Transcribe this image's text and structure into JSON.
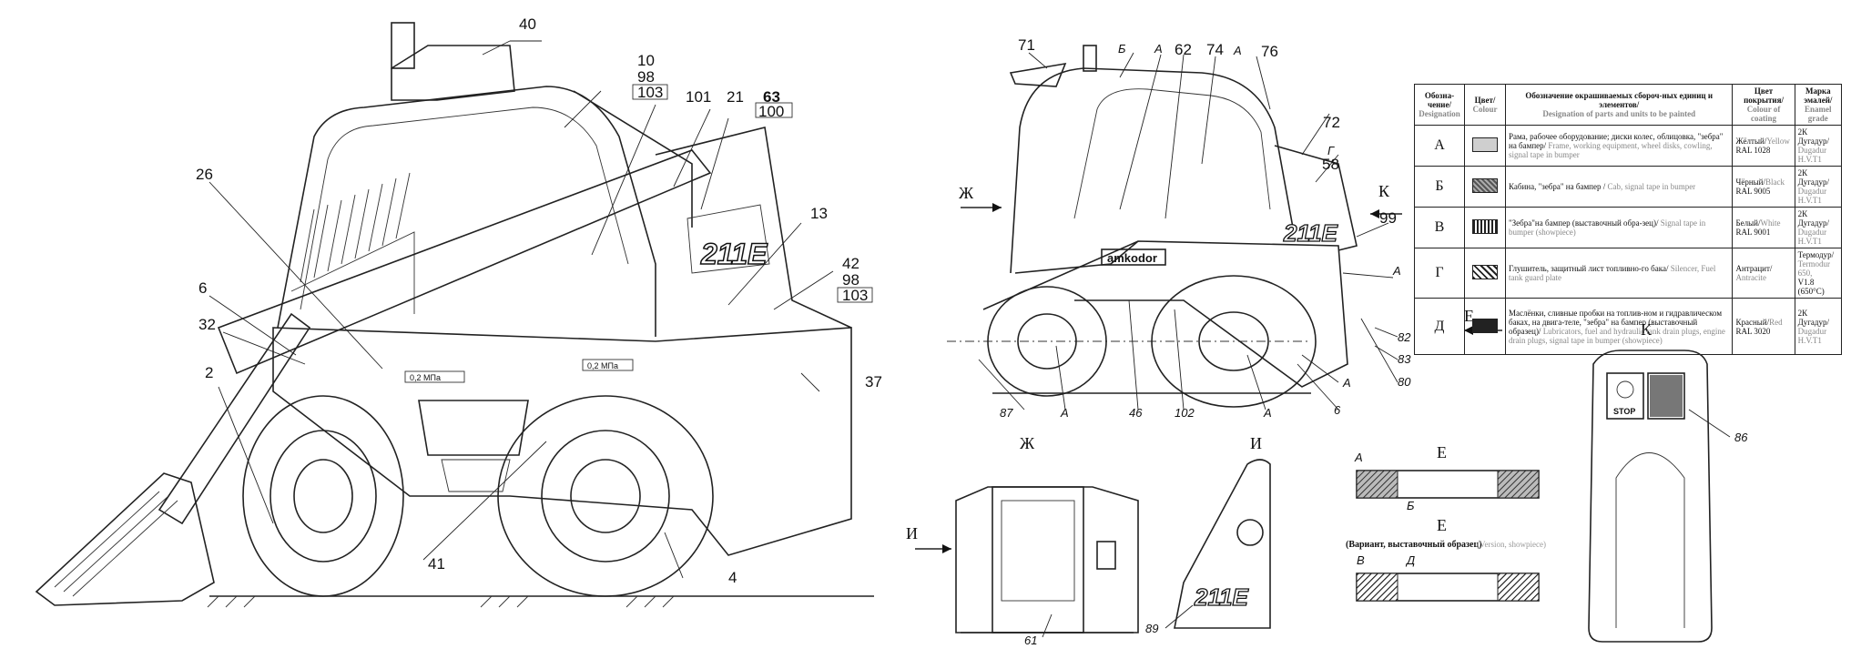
{
  "callouts_main": {
    "c40": "40",
    "c10": "10",
    "c98a": "98",
    "c103a": "103",
    "c101": "101",
    "c21": "21",
    "c63": "63",
    "c100": "100",
    "c26": "26",
    "c13": "13",
    "c42": "42",
    "c98b": "98",
    "c103b": "103",
    "c6": "6",
    "c32": "32",
    "c2": "2",
    "c37": "37",
    "c41": "41",
    "c4": "4"
  },
  "callouts_side": {
    "c71": "71",
    "B": "Б",
    "A1": "А",
    "c62": "62",
    "c74": "74",
    "A2": "А",
    "c76": "76",
    "c72": "72",
    "G": "Г",
    "c58": "58",
    "K": "К",
    "c99": "99",
    "A3": "А",
    "ZH": "Ж",
    "E": "Е",
    "c82": "82",
    "c83": "83",
    "c80": "80",
    "A4": "А",
    "c6": "6",
    "A5": "А",
    "c102": "102",
    "c46": "46",
    "A6": "А",
    "c87": "87"
  },
  "machine_text": {
    "brand": "amkodor",
    "model": "211E",
    "decal": "0,2 МПа"
  },
  "views": {
    "zh_title": "Ж",
    "i_label": "И",
    "c61": "61",
    "i_title": "И",
    "c89": "89",
    "e1_title": "Е",
    "e1_a": "А",
    "e1_b": "Б",
    "e2_title": "Е",
    "e2_note": "(Вариант, выставочный образец)",
    "e2_note_en": "(Version, showpiece)",
    "e2_v": "В",
    "e2_d": "Д",
    "k_title": "К",
    "c86": "86",
    "stop": "STOP"
  },
  "legend": {
    "headers": {
      "code": "Обозна-чение/",
      "code_en": "Designation",
      "colour": "Цвет/",
      "colour_en": "Colour",
      "parts": "Обозначение окрашиваемых сбороч-ных единиц и элементов/",
      "parts_en": "Designation of parts and units to be painted",
      "coating": "Цвет покрытия/",
      "coating_en": "Colour of coating",
      "grade": "Марка эмалей/",
      "grade_en": "Enamel grade"
    },
    "rows": [
      {
        "code": "А",
        "swatch": "#cfcfcf",
        "parts": "Рама, рабочее оборудование; диски колес, облицовка, \"зебра\" на бампер/",
        "parts_en": "Frame, working equipment, wheel disks, cowling, signal tape in bumper",
        "coating": "Жёлтый/",
        "coating_en": "Yellow",
        "ral": "RAL 1028",
        "grade": "2К Дугадур/",
        "grade_en": "Dugadur H.V.T1"
      },
      {
        "code": "Б",
        "swatch": "#777777",
        "parts": "Кабина, \"зебра\" на бампер /",
        "parts_en": "Cab, signal tape in bumper",
        "coating": "Чёрный/",
        "coating_en": "Black",
        "ral": "RAL 9005",
        "grade": "2К Дугадур/",
        "grade_en": "Dugadur H.V.T1"
      },
      {
        "code": "В",
        "swatch": "#ffffff",
        "parts": "\"Зебра\"на бампер (выставочный обра-зец)/",
        "parts_en": "Signal tape in bumper (showpiece)",
        "coating": "Белый/",
        "coating_en": "White",
        "ral": "RAL 9001",
        "grade": "2К Дугадур/",
        "grade_en": "Dugadur H.V.T1"
      },
      {
        "code": "Г",
        "swatch": "#444444",
        "parts": "Глушитель, защитный лист топливно-го бака/",
        "parts_en": "Silencer, Fuel tank guard plate",
        "coating": "Антрацит/",
        "coating_en": "Antracite",
        "ral": "",
        "grade": "Термодур/",
        "grade_en": "Termodur 650,",
        "grade2": "V1.8 (650°С)"
      },
      {
        "code": "Д",
        "swatch": "#222222",
        "parts": "Маслёнки, сливные пробки на топлив-ном и гидравлическом баках, на двига-теле, \"зебра\" на бампер (выставочный образец)/",
        "parts_en": "Lubricators, fuel and hydraulic tank drain plugs, engine drain plugs, signal tape in bumper (showpiece)",
        "coating": "Красный/",
        "coating_en": "Red",
        "ral": "RAL 3020",
        "grade": "2К Дугадур/",
        "grade_en": "Dugadur H.V.T1"
      }
    ]
  }
}
